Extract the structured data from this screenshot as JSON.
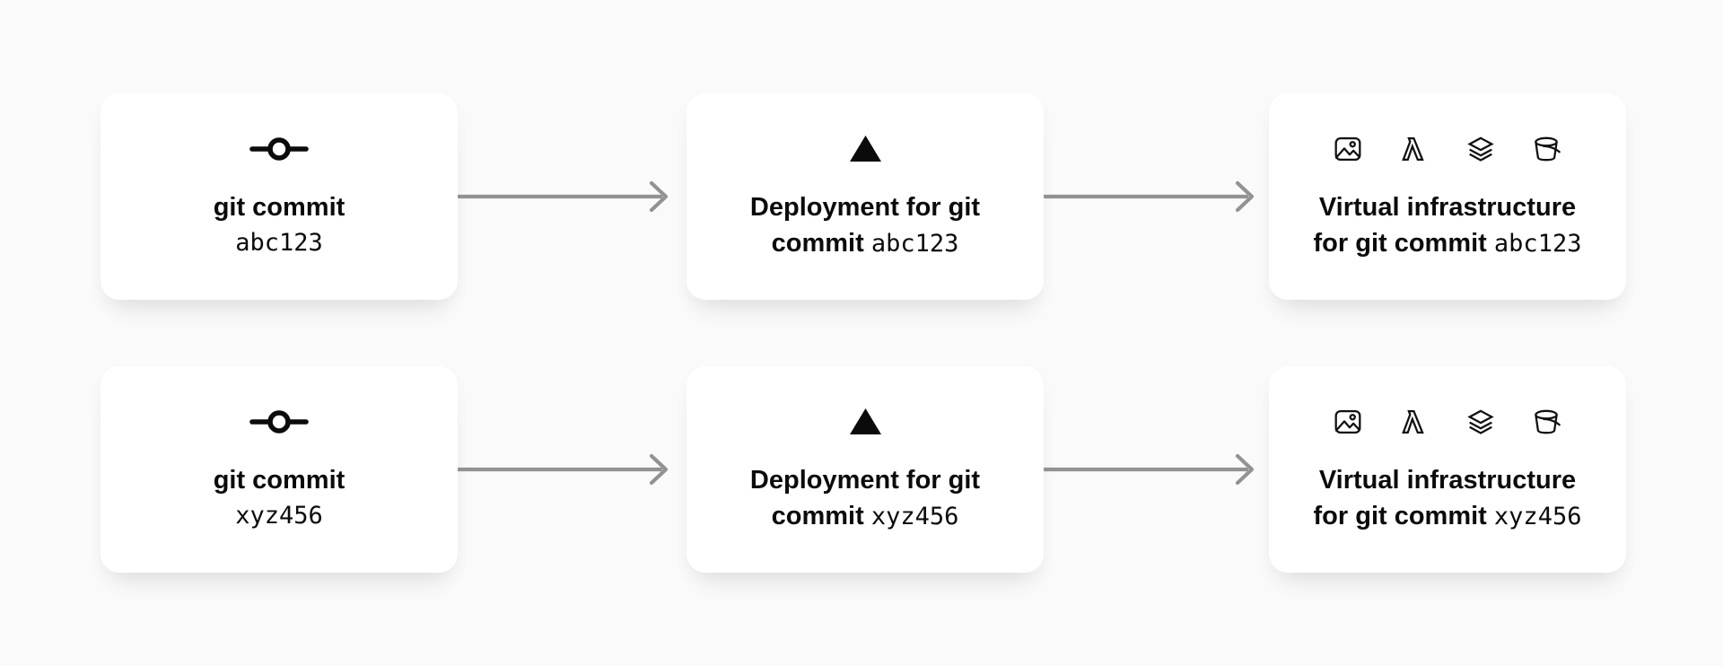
{
  "colors": {
    "background": "#fafafa",
    "card": "#ffffff",
    "arrow": "#929292",
    "text": "#0b0b0b"
  },
  "icons": {
    "commit_card": "git-commit-icon",
    "deployment_card": "vercel-triangle-icon",
    "infra_card": [
      "image-icon",
      "lambda-icon",
      "layers-icon",
      "bucket-icon"
    ]
  },
  "rows": [
    {
      "commit_card": {
        "title": "git commit",
        "hash": "abc123"
      },
      "deployment_card": {
        "line1": "Deployment for git",
        "line2_bold": "commit",
        "hash": "abc123"
      },
      "infra_card": {
        "line1": "Virtual infrastructure",
        "line2_bold": "for git commit",
        "hash": "abc123"
      }
    },
    {
      "commit_card": {
        "title": "git commit",
        "hash": "xyz456"
      },
      "deployment_card": {
        "line1": "Deployment for git",
        "line2_bold": "commit",
        "hash": "xyz456"
      },
      "infra_card": {
        "line1": "Virtual infrastructure",
        "line2_bold": "for git commit",
        "hash": "xyz456"
      }
    }
  ]
}
